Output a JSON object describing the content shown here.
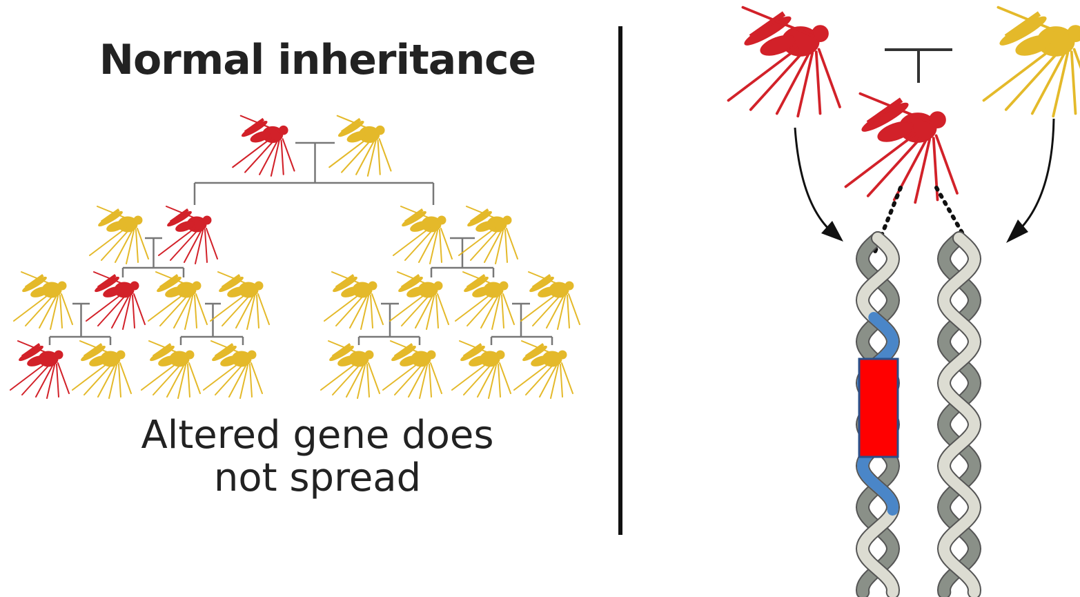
{
  "left_panel": {
    "title": "Normal inheritance",
    "caption_line1": "Altered gene does",
    "caption_line2": "not spread"
  },
  "colors": {
    "altered": "#d0161e",
    "normal": "#e2b418",
    "insert": "#ff0000",
    "insert_border": "#2a4f8a",
    "helix_light": "#dcdcd2",
    "helix_dark": "#8a9088",
    "helix_blue": "#4a86c8",
    "line": "#777777"
  },
  "pedigree": {
    "generation_1": [
      "altered",
      "normal"
    ],
    "generation_2": [
      "normal",
      "altered",
      "normal",
      "normal"
    ],
    "generation_3": [
      "normal",
      "altered",
      "normal",
      "normal",
      "normal",
      "normal",
      "normal",
      "normal"
    ],
    "generation_4": [
      "altered",
      "normal",
      "normal",
      "normal",
      "normal",
      "normal",
      "normal",
      "normal"
    ]
  },
  "right_panel": {
    "parents": [
      "altered",
      "normal"
    ],
    "offspring": "altered",
    "chromosomes": [
      "with-insert",
      "normal"
    ]
  }
}
